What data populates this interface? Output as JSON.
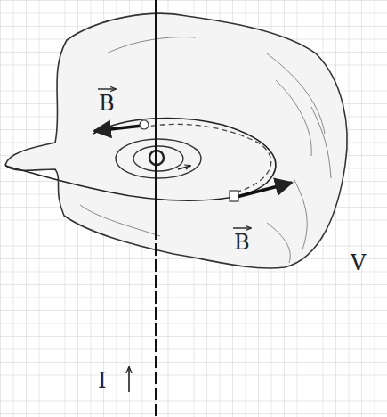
{
  "diagram": {
    "labels": [
      "B",
      "B",
      "V",
      "I"
    ]
  }
}
